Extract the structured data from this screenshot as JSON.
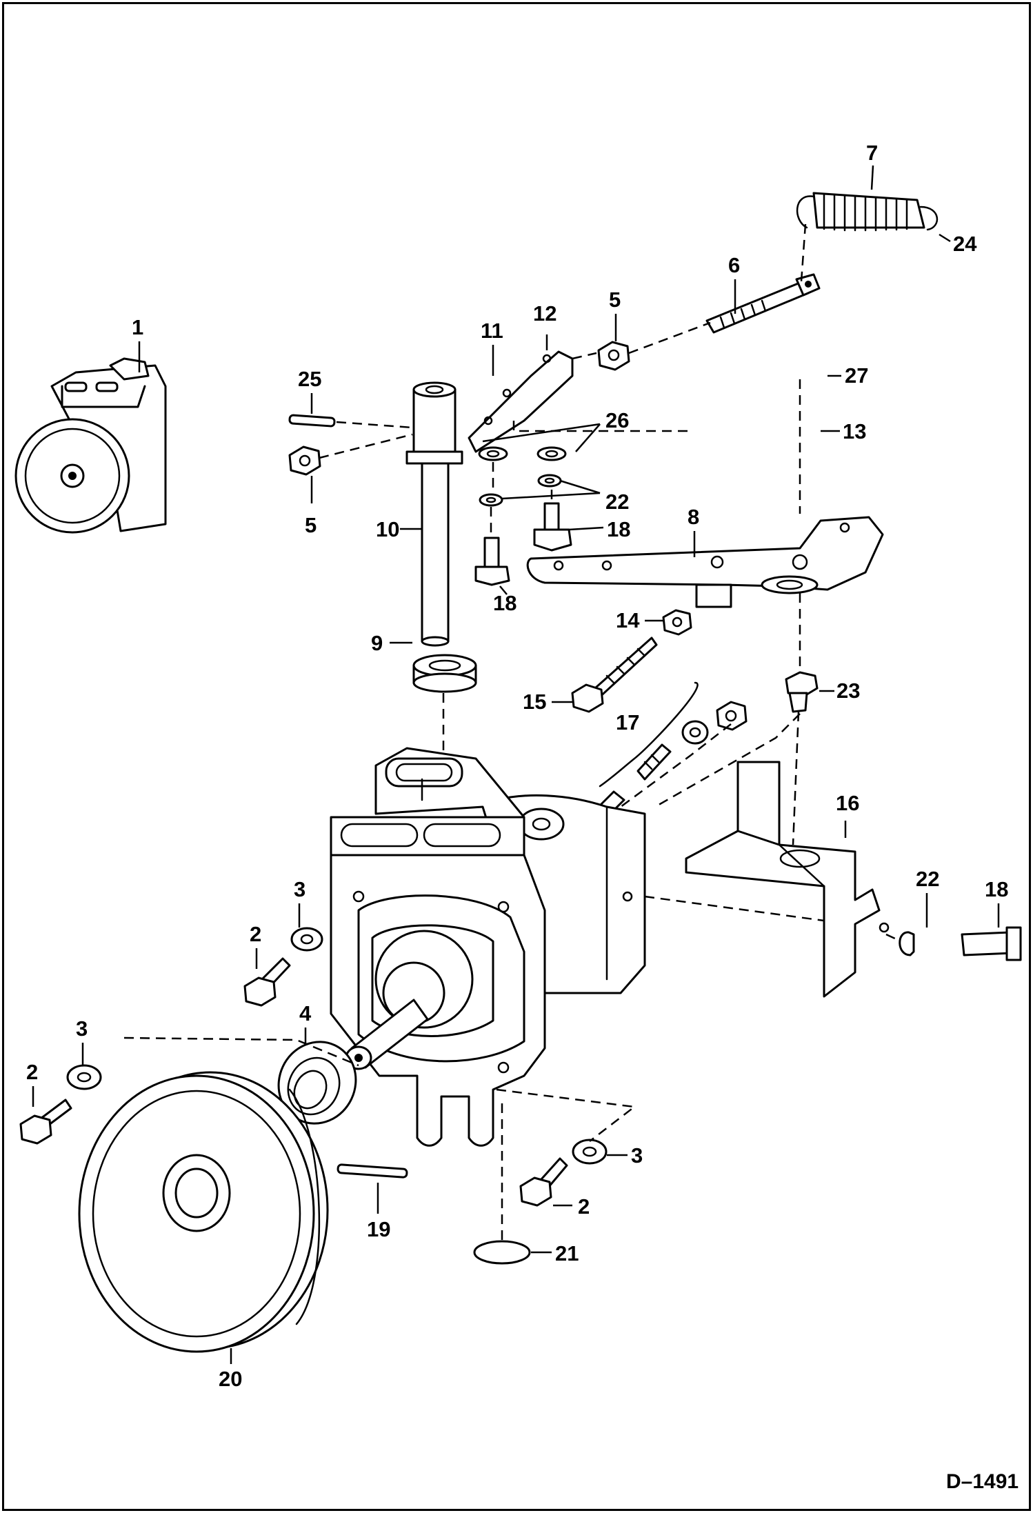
{
  "diagram": {
    "document_id": "D–1491",
    "callouts": [
      "1",
      "2",
      "3",
      "4",
      "5",
      "6",
      "7",
      "8",
      "9",
      "10",
      "11",
      "12",
      "13",
      "14",
      "15",
      "16",
      "17",
      "18",
      "19",
      "20",
      "21",
      "22",
      "23",
      "24",
      "25",
      "26",
      "27"
    ]
  }
}
